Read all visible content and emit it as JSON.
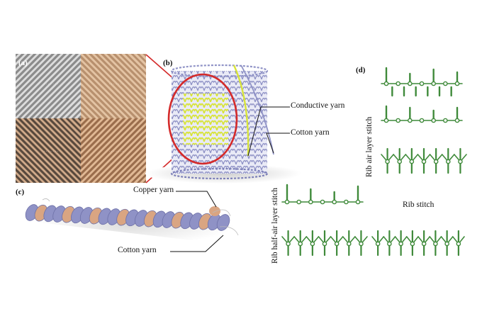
{
  "panels": {
    "a": "(a)",
    "b": "(b)",
    "c": "(c)",
    "d": "(d)"
  },
  "labels": {
    "conductive_yarn": "Conductive yarn",
    "cotton_yarn_b": "Cotton yarn",
    "copper_yarn": "Copper yarn",
    "cotton_yarn_c": "Cotton yarn",
    "rib_air_layer_stitch": "Rib air layer stitch",
    "rib_half_air_layer_stitch": "Rib half-air layer stitch",
    "rib_stitch": "Rib stitch"
  },
  "colors": {
    "red_outline": "#d42a2a",
    "stitch_green": "#3f8a3a",
    "cotton_purple": "#8f92c6",
    "copper": "#d9a582",
    "conductive_yellow": "#d8e43a"
  }
}
